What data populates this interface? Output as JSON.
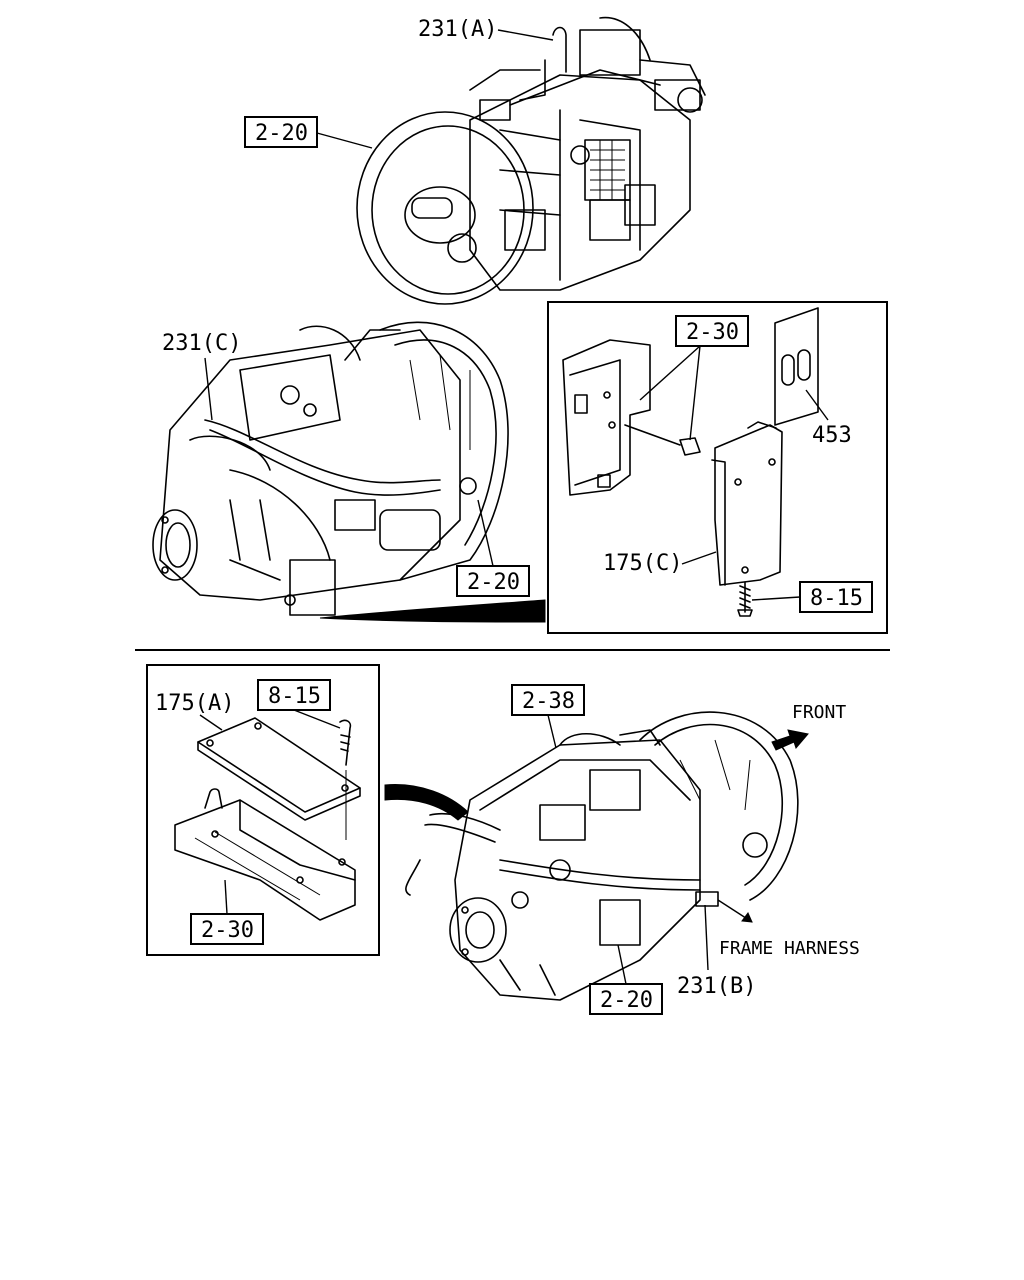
{
  "callouts": {
    "top_231A": "231(A)",
    "top_ref_2_20": "2-20",
    "mid_231C": "231(C)",
    "mid_ref_2_20": "2-20",
    "inset_ref_2_30": "2-30",
    "inset_453": "453",
    "inset_175C": "175(C)",
    "inset_ref_8_15": "8-15",
    "bottom_175A": "175(A)",
    "bottom_ref_8_15": "8-15",
    "bottom_ref_2_30": "2-30",
    "bottom_ref_2_38": "2-38",
    "bottom_front": "FRONT",
    "bottom_frame_harness": "FRAME HARNESS",
    "bottom_231B": "231(B)",
    "bottom_ref_2_20": "2-20"
  }
}
